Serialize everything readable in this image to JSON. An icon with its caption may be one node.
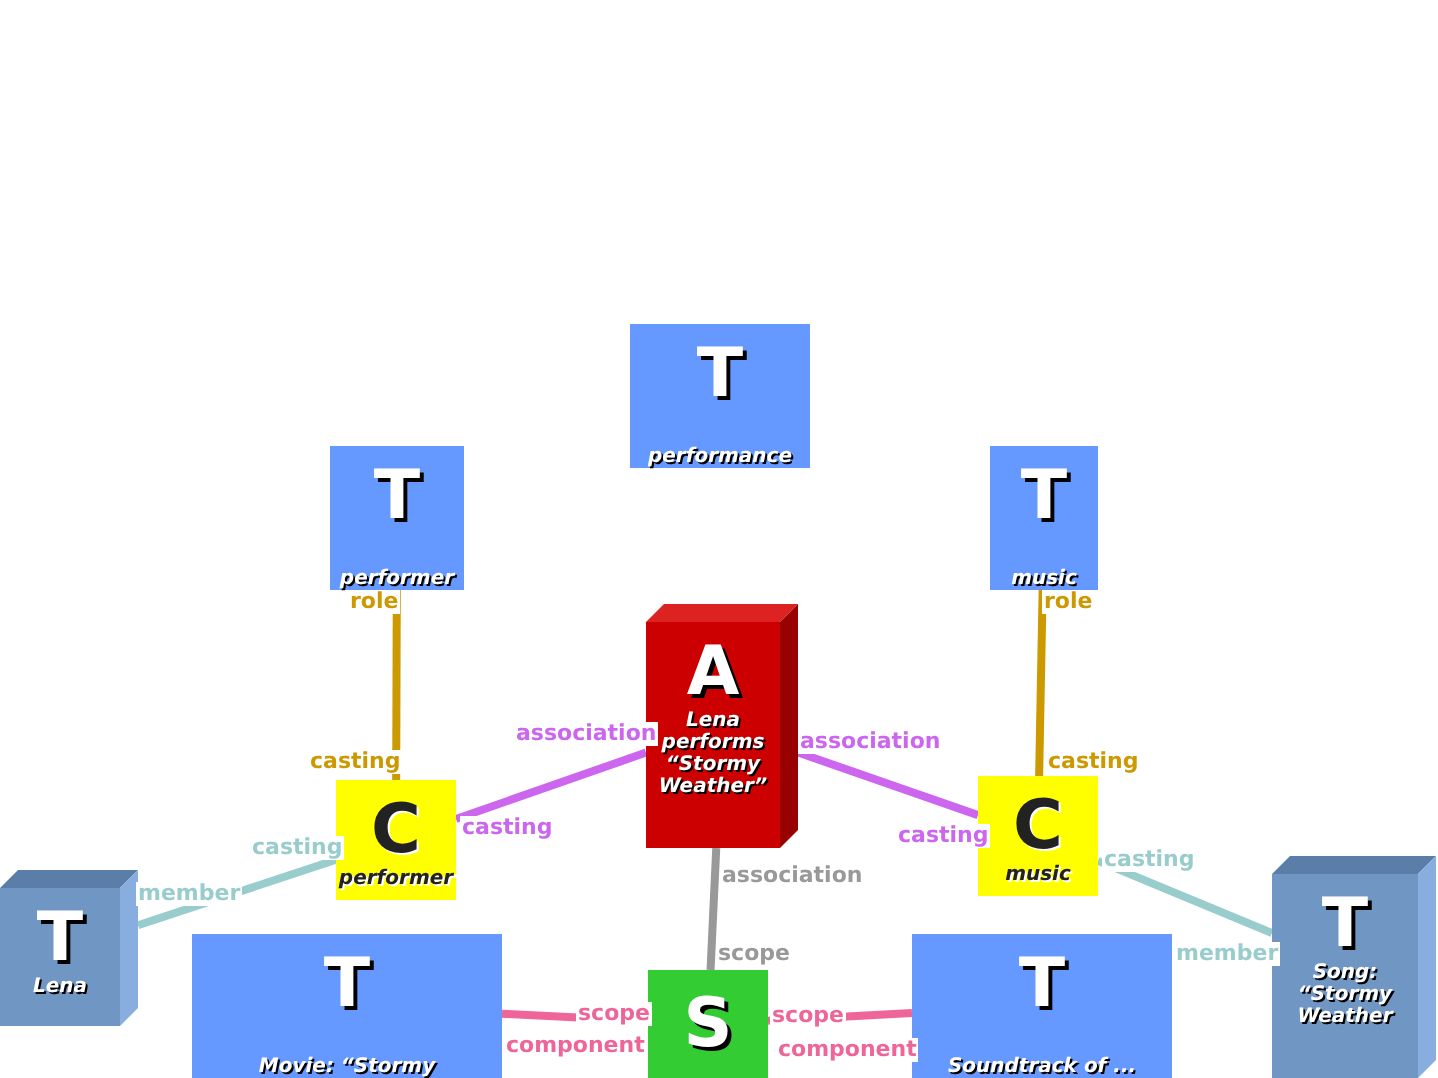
{
  "diagram": {
    "nodes": [
      {
        "text": [
          "T",
          "performance"
        ]
      },
      {
        "text": [
          "T",
          "performer"
        ]
      },
      {
        "text": [
          "T",
          "music"
        ]
      },
      {
        "text": [
          "A",
          "Lena performs “Stormy Weather”"
        ]
      },
      {
        "text": [
          "C",
          "performer"
        ]
      },
      {
        "text": [
          "C",
          "music"
        ]
      },
      {
        "text": [
          "T",
          "Lena"
        ]
      },
      {
        "text": [
          "T",
          "Movie: “Stormy"
        ]
      },
      {
        "text": [
          "S"
        ]
      },
      {
        "text": [
          "T",
          "Soundtrack of ..."
        ]
      },
      {
        "text": [
          "T",
          "Song: “Stormy Weather"
        ]
      }
    ],
    "edges": [
      {
        "from": 1,
        "to": 4,
        "arrow": "none",
        "color": "#cc9900"
      },
      {
        "from": 2,
        "to": 5,
        "arrow": "none",
        "color": "#cc9900"
      },
      {
        "from": 3,
        "to": 4,
        "arrow": "none",
        "color": "#cc66ee"
      },
      {
        "from": 3,
        "to": 5,
        "arrow": "none",
        "color": "#cc66ee"
      },
      {
        "from": 4,
        "to": 6,
        "arrow": "none",
        "color": "#99cccc"
      },
      {
        "from": 5,
        "to": 10,
        "arrow": "none",
        "color": "#99cccc"
      },
      {
        "from": 3,
        "to": 8,
        "arrow": "none",
        "color": "#999999"
      },
      {
        "from": 8,
        "to": 7,
        "arrow": "none",
        "color": "#ee6699"
      },
      {
        "from": 8,
        "to": 9,
        "arrow": "none",
        "color": "#ee6699"
      }
    ],
    "labels": [
      "role",
      "role",
      "association",
      "association",
      "casting",
      "casting",
      "casting",
      "casting",
      "casting",
      "casting",
      "association",
      "member",
      "scope",
      "member",
      "scope",
      "scope",
      "component",
      "component"
    ]
  }
}
